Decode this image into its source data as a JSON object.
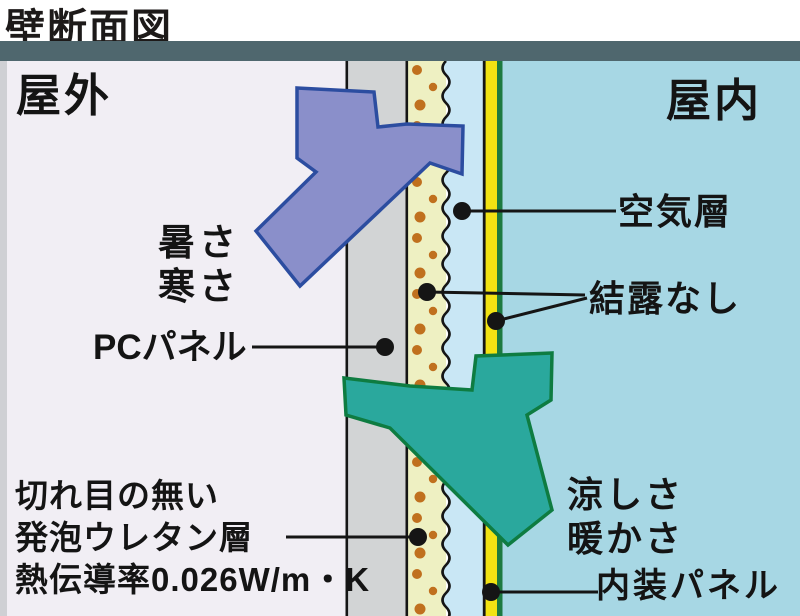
{
  "title": "壁断面図",
  "diagram": {
    "outdoor_label": "屋外",
    "indoor_label": "屋内",
    "labels": {
      "heat": "暑さ",
      "cold": "寒さ",
      "pc_panel": "PCパネル",
      "air_layer": "空気層",
      "no_condensation": "結露なし",
      "seamless_line1": "切れ目の無い",
      "seamless_line2": "発泡ウレタン層",
      "seamless_line3": "熱伝導率0.026W/m・K",
      "coolness": "涼しさ",
      "warmth": "暖かさ",
      "interior_panel": "内装パネル"
    },
    "colors": {
      "top_bar": "#4f676e",
      "outdoor_bg": "#f1eef4",
      "edge_stripe": "#cfd0d4",
      "pc_panel": "#d2d4d5",
      "foam": "#eef0c2",
      "foam_dots": "#c0701e",
      "air_layer": "#c9e7f5",
      "interior_panel_yellow": "#f2e313",
      "interior_panel_green": "#1d7a40",
      "indoor_bg": "#a7d7e4",
      "line_black": "#151515",
      "arrow_outdoor_fill": "#8a8fca",
      "arrow_outdoor_stroke": "#2c4da0",
      "arrow_indoor_fill": "#2aa89d",
      "arrow_indoor_stroke": "#0e7c41"
    }
  }
}
